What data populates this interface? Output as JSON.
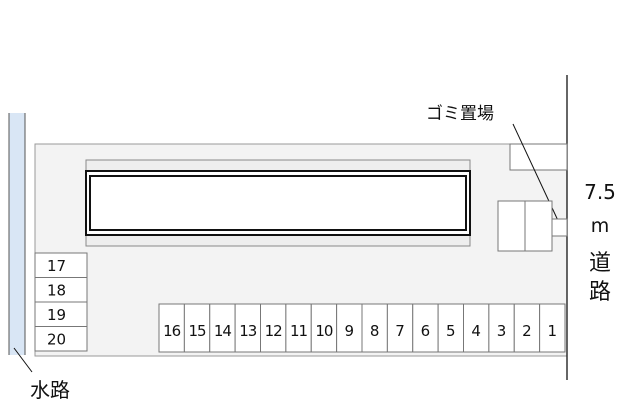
{
  "map": {
    "labels": {
      "garbage": "ゴミ置場",
      "road_width": "7.5",
      "road_unit": "m",
      "road_char1": "道",
      "road_char2": "路",
      "waterway": "水路"
    },
    "parking_left": [
      "17",
      "18",
      "19",
      "20"
    ],
    "parking_bottom": [
      "16",
      "15",
      "14",
      "13",
      "12",
      "11",
      "10",
      "9",
      "8",
      "7",
      "6",
      "5",
      "4",
      "3",
      "2",
      "1"
    ]
  }
}
